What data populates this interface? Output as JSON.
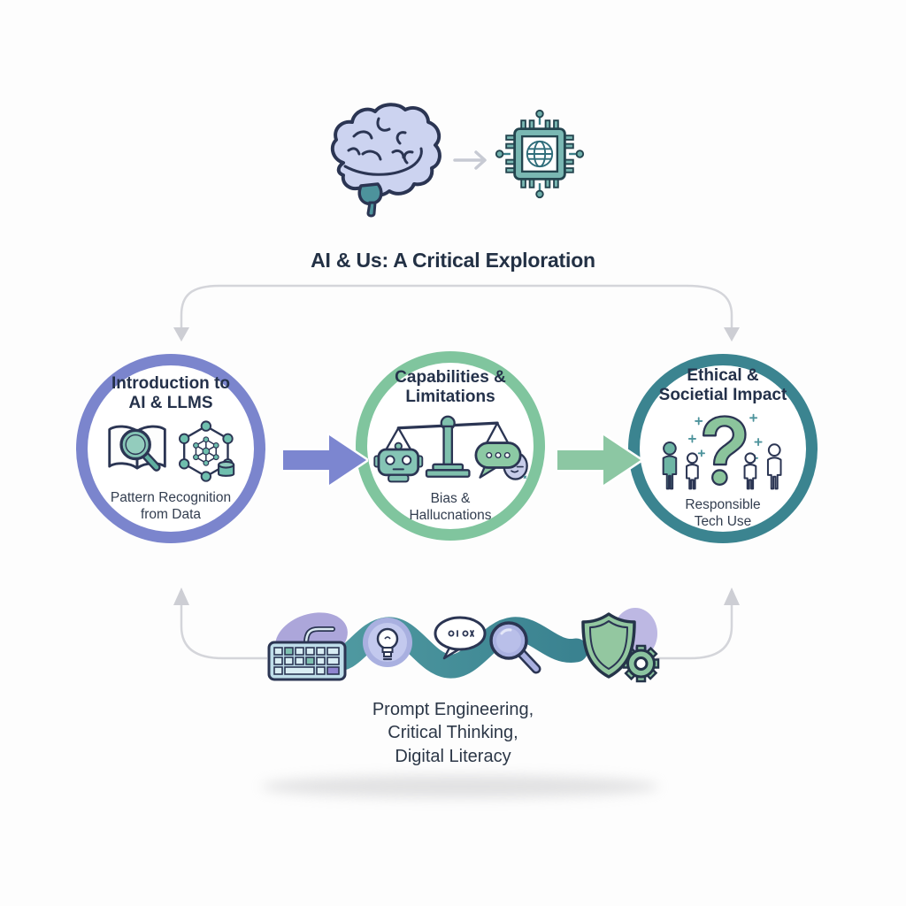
{
  "header": {
    "title": "AI & Us: A Critical Exploration",
    "hero_icon_names": [
      "brain-icon",
      "transform-arrow-icon",
      "ai-chip-icon"
    ]
  },
  "stages": [
    {
      "id": "intro",
      "title_lines": [
        "Introduction to",
        "AI & LLMS"
      ],
      "caption_lines": [
        "Pattern Recognition",
        "from Data"
      ],
      "icon_names": [
        "book-magnifier-icon",
        "neural-network-icon"
      ],
      "border_color": "#7b85cd"
    },
    {
      "id": "capabilities",
      "title_lines": [
        "Capabilities &",
        "Limitations"
      ],
      "caption_lines": [
        "Bias &",
        "Hallucnations"
      ],
      "icon_names": [
        "balance-scale-robot-icon",
        "speech-bubble-icon",
        "hallucination-face-icon"
      ],
      "border_color": "#80c59e"
    },
    {
      "id": "ethics",
      "title_lines": [
        "Ethical &",
        "Societial Impact"
      ],
      "caption_lines": [
        "Responsible",
        "Tech Use"
      ],
      "icon_names": [
        "question-mark-icon",
        "people-group-icon"
      ],
      "border_color": "#3b8490"
    }
  ],
  "skills_path": {
    "caption_lines": [
      "Prompt Engineering,",
      "Critical Thinking,",
      "Digital Literacy"
    ],
    "icon_names": [
      "keyboard-icon",
      "lightbulb-icon",
      "chat-bubble-icon",
      "magnifying-glass-icon",
      "shield-gear-icon"
    ]
  },
  "colors": {
    "stage1_border": "#7b85cd",
    "stage2_border": "#80c59e",
    "stage3_border": "#3b8490",
    "arrow_purple": "#7c86d0",
    "arrow_green": "#8cc7a3",
    "ribbon_teal_light": "#509aa1",
    "ribbon_teal_dark": "#3a8290",
    "connector_gray": "#d4d5da",
    "heading_text": "#233145",
    "body_text": "#2c3747",
    "accent_teal": "#6fbfae",
    "accent_lavender": "#aab1e1"
  }
}
